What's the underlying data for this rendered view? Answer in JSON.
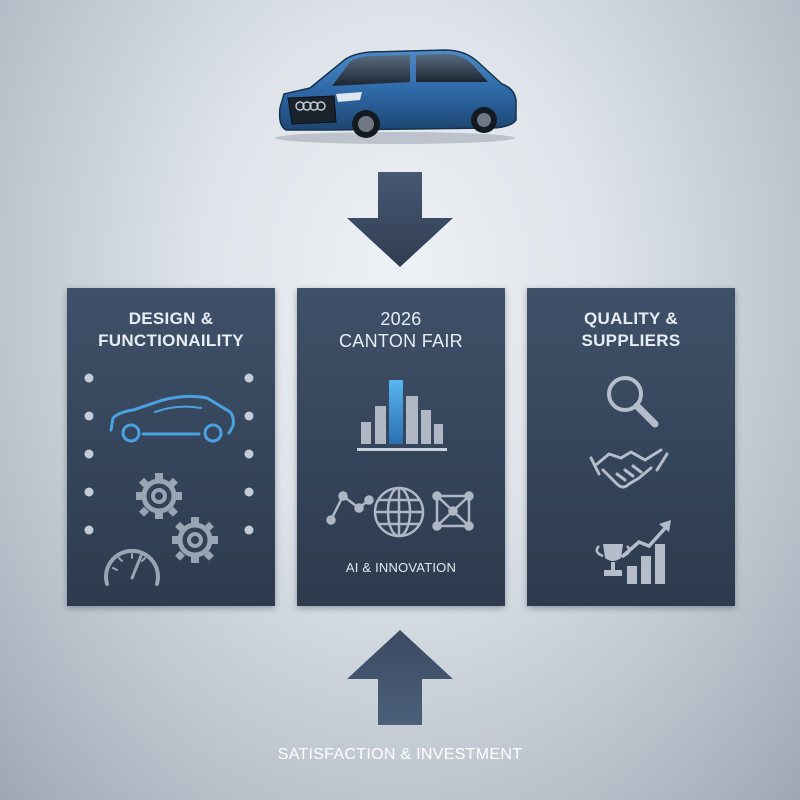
{
  "panels": [
    {
      "id": "design",
      "title_line1": "DESIGN &",
      "title_line2": "FUNCTIONAILITY"
    },
    {
      "id": "canton",
      "title_line1": "2026",
      "title_line2": "CANTON FAIR",
      "caption": "AI & INNOVATION"
    },
    {
      "id": "quality",
      "title_line1": "QUALITY &",
      "title_line2": "SUPPLIERS"
    }
  ],
  "bottom_caption": "SATISFACTION & INVESTMENT",
  "colors": {
    "panel": "#34445a",
    "arrow": "#3a4a62",
    "car_body": "#2f6aa8",
    "icon_stroke": "#c9d1dc",
    "accent_blue": "#4aa3e0"
  },
  "icons": [
    "car-icon",
    "gears-icon",
    "speedometer-icon",
    "bar-building-icon",
    "network-globe-icon",
    "magnifier-icon",
    "handshake-icon",
    "trophy-growth-icon"
  ]
}
